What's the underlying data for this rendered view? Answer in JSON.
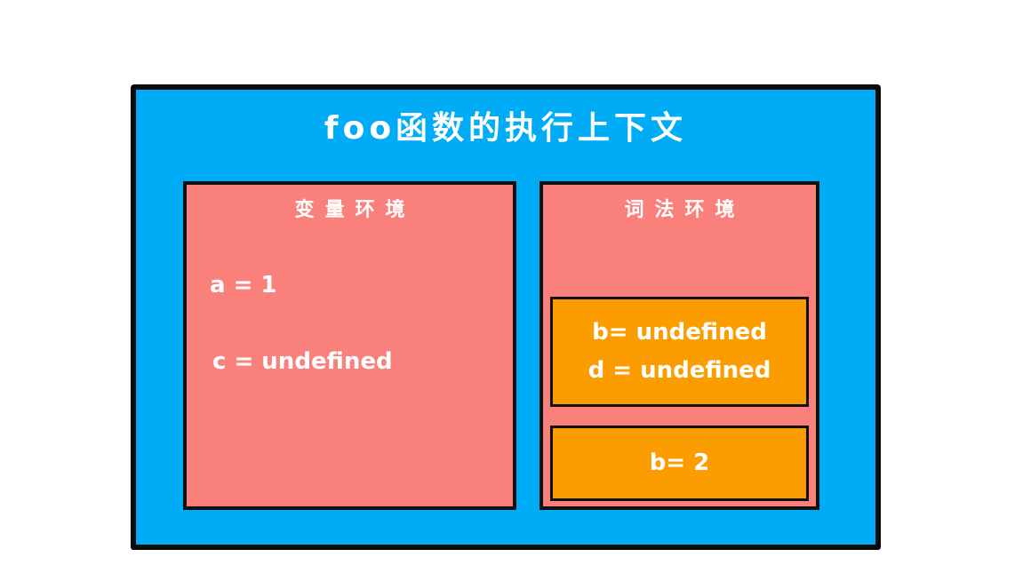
{
  "diagram": {
    "title": "foo函数的执行上下文",
    "variable_environment": {
      "title": "变量环境",
      "entries": [
        "a = 1",
        "c = undefined"
      ]
    },
    "lexical_environment": {
      "title": "词法环境",
      "blocks": [
        {
          "lines": [
            "b= undefined",
            "d = undefined"
          ]
        },
        {
          "lines": [
            "b= 2"
          ]
        }
      ]
    },
    "colors": {
      "execution_context_fill": "#00ACF6",
      "environment_fill": "#FA817B",
      "block_fill": "#FB9D00",
      "border": "#101010",
      "text": "#FFFFFF"
    }
  }
}
